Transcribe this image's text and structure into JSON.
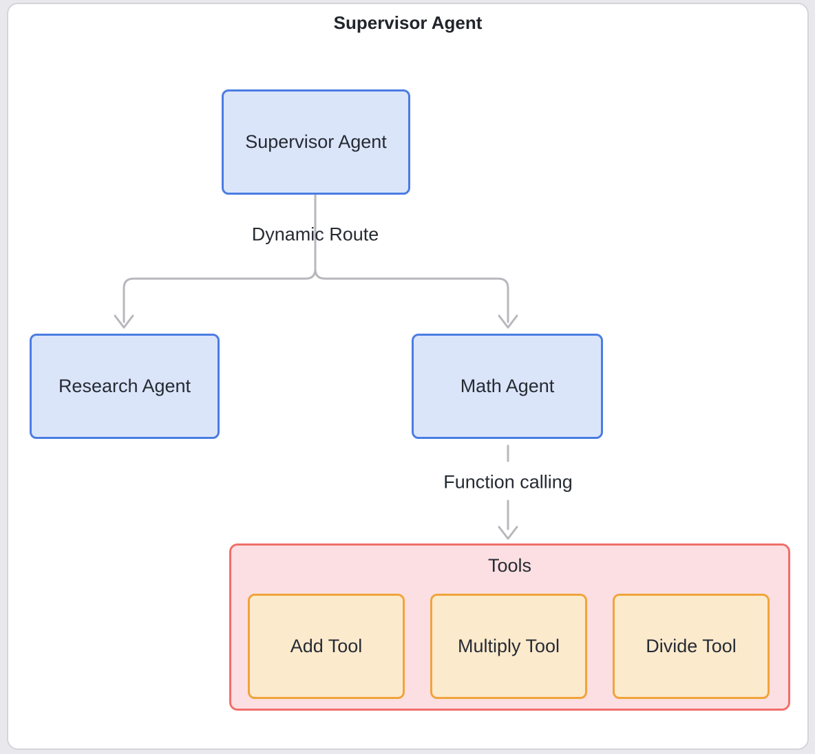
{
  "diagram": {
    "title": "Supervisor Agent",
    "nodes": {
      "supervisor": {
        "label": "Supervisor Agent"
      },
      "research": {
        "label": "Research Agent"
      },
      "math": {
        "label": "Math Agent"
      }
    },
    "edges": {
      "dynamic_route": {
        "label": "Dynamic Route"
      },
      "function_calling": {
        "label": "Function calling"
      }
    },
    "cluster": {
      "title": "Tools",
      "tools": {
        "add": {
          "label": "Add Tool"
        },
        "multiply": {
          "label": "Multiply Tool"
        },
        "divide": {
          "label": "Divide Tool"
        }
      }
    },
    "colors": {
      "agent-fill": "#dbe5fa",
      "agent-border": "#4a7ce2",
      "tools-fill": "#fbdfe2",
      "tools-border": "#f06e69",
      "tool-fill": "#fceacd",
      "tool-border": "#f1a33a",
      "edge": "#b7b7bd",
      "text": "#262b33",
      "title-text": "#21252b",
      "card-bg": "#ffffff",
      "card-border": "#d4d5da",
      "page-bg": "#e9e9ed"
    }
  }
}
